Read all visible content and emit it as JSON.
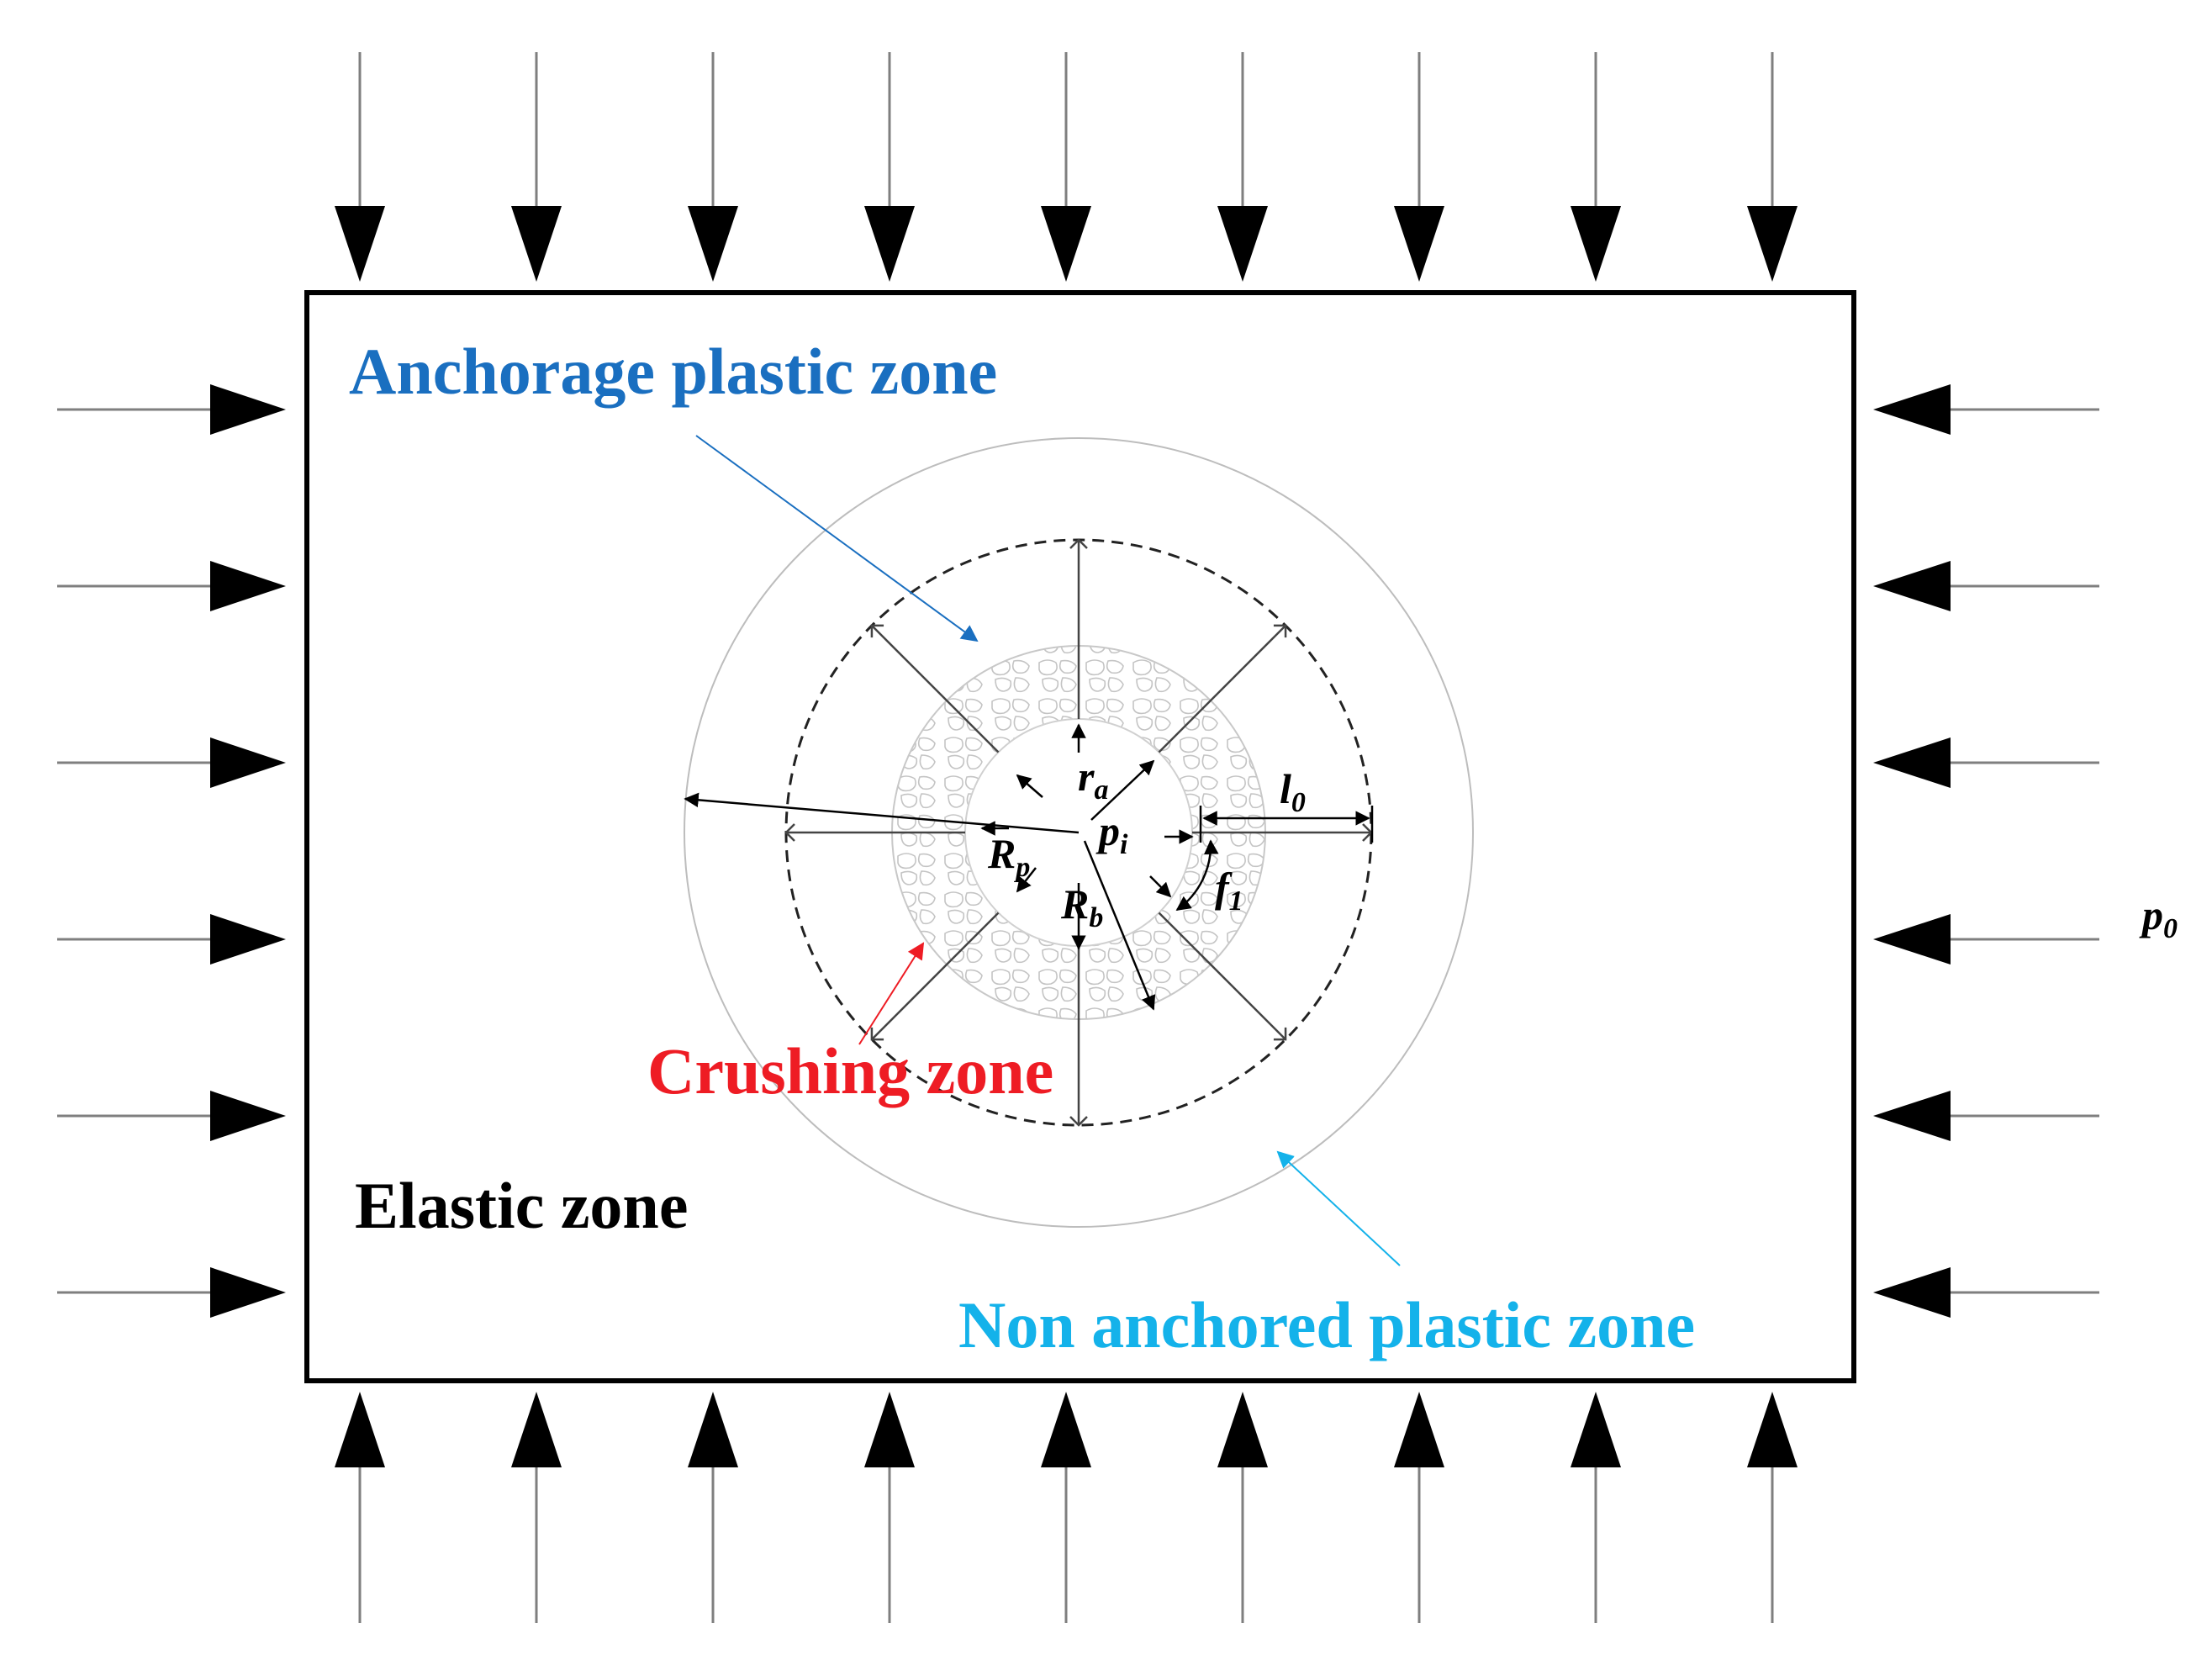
{
  "labels": {
    "anchorage": "Anchorage plastic zone",
    "crushing": "Crushing zone",
    "elastic": "Elastic zone",
    "non_anchored": "Non anchored plastic zone"
  },
  "symbols": {
    "r": "r",
    "r_sub": "a",
    "l": "l",
    "l_sub": "0",
    "p_i": "p",
    "p_i_sub": "i",
    "R_p": "R",
    "R_p_sub": "p",
    "R_b": "R",
    "R_b_sub": "b",
    "f": "f",
    "f_sub": "1",
    "p_0": "p",
    "p_0_sub": "0"
  },
  "colors": {
    "anchorage": "#1a6fc0",
    "crushing": "#ee1c24",
    "non_anchored": "#14b2ea",
    "outline": "#000000",
    "load_line": "#7f7f7f",
    "ring": "#b5b5b5"
  }
}
